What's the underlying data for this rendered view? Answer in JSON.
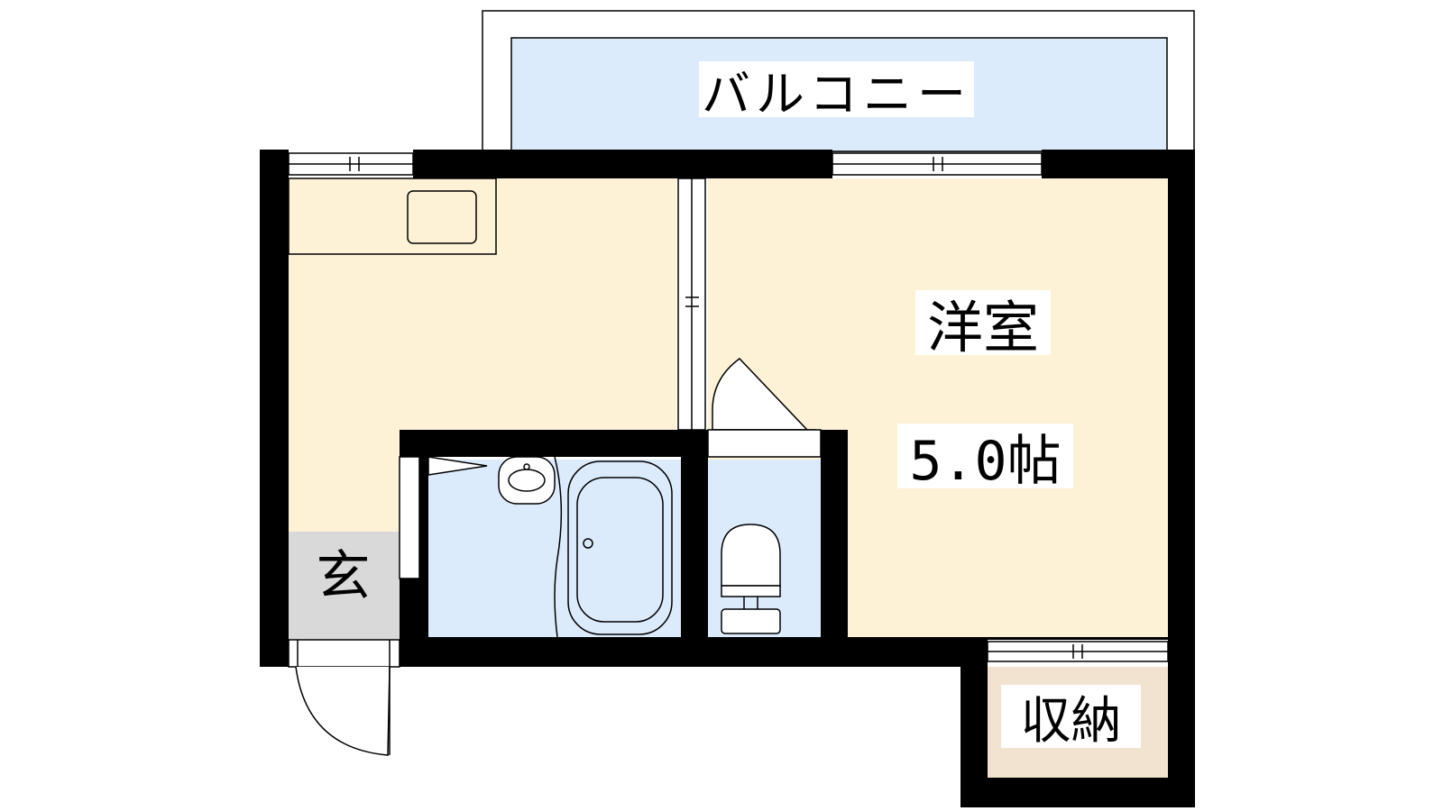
{
  "rooms": {
    "balcony": "バルコニー",
    "western_room": "洋室",
    "western_room_size": "5.0帖",
    "entrance": "玄",
    "storage": "収納"
  },
  "colors": {
    "wall": "#000000",
    "room_fill": "#fdf2d6",
    "wet_area_fill": "#dcebfc",
    "entrance_fill": "#d9d9d9",
    "storage_fill": "#f1e3cf",
    "window_frame": "#000000"
  }
}
